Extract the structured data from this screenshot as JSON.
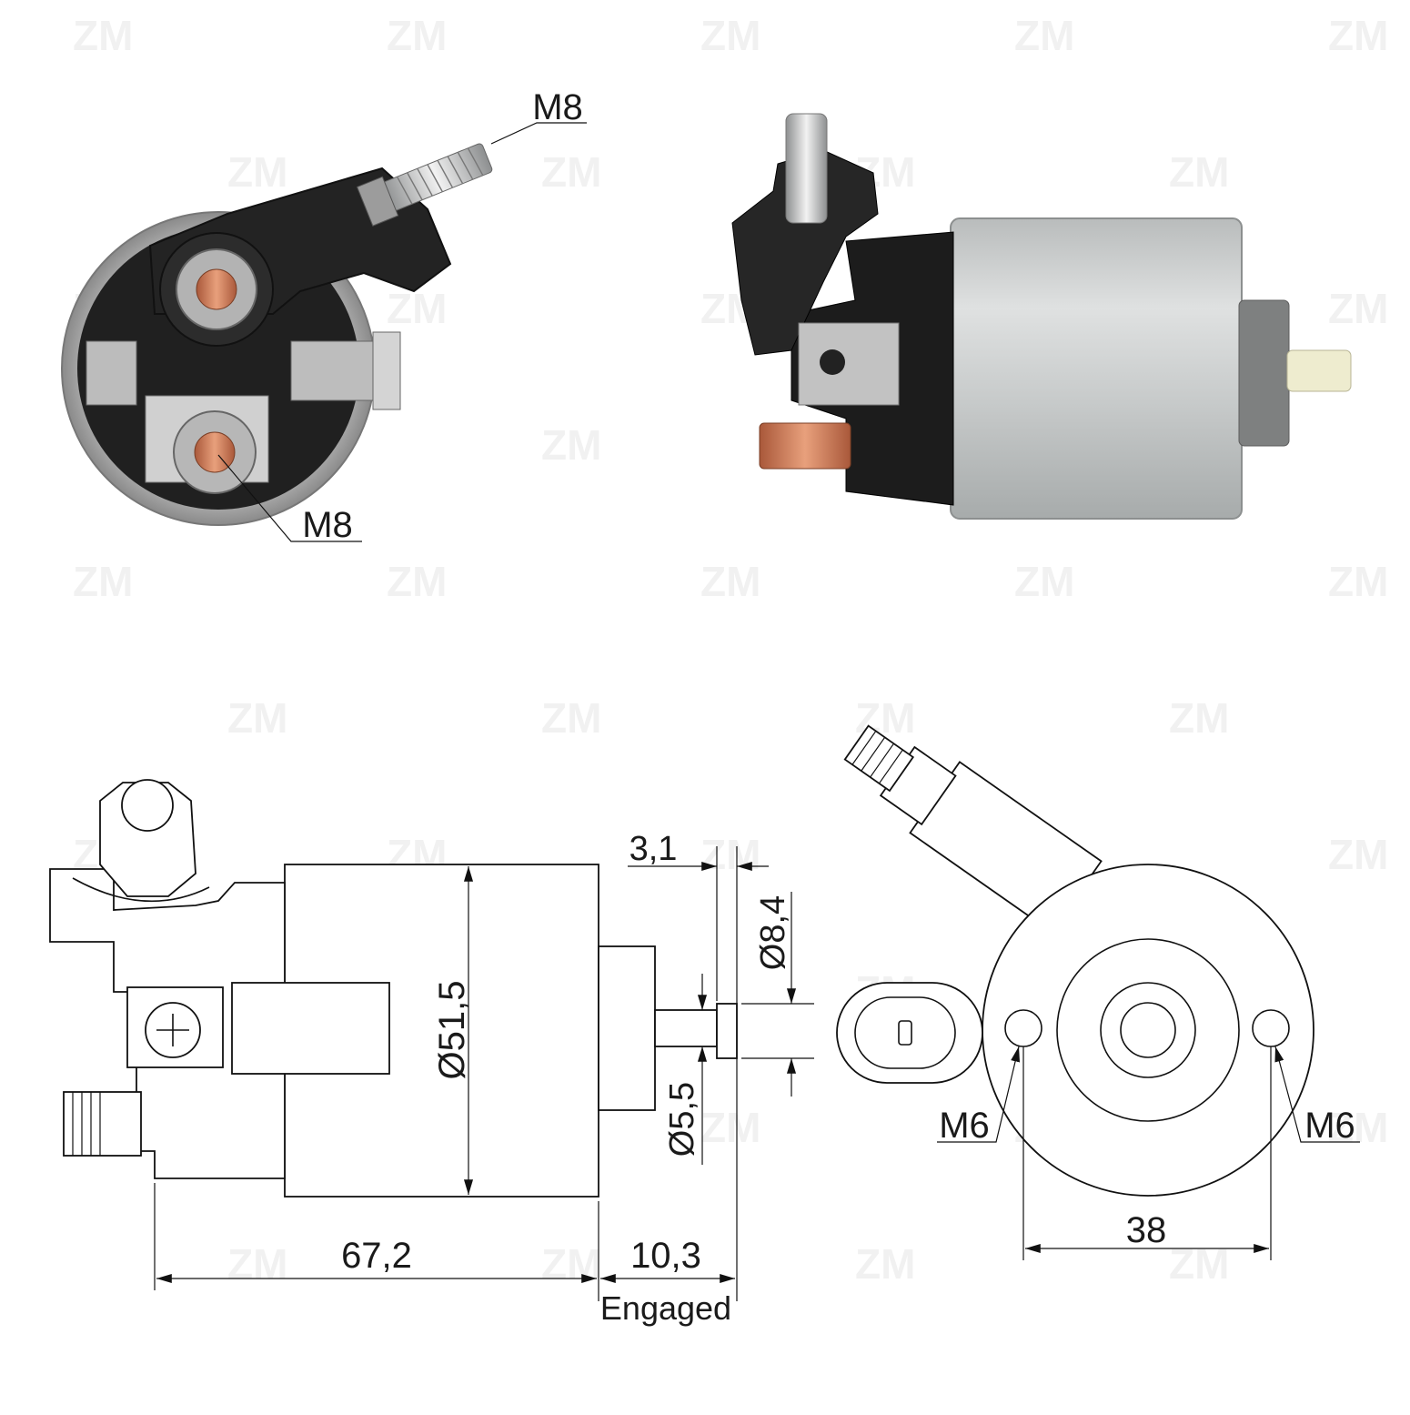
{
  "watermark": {
    "brand": "ZM"
  },
  "photo_views": {
    "front_terminal_label": "M8",
    "lower_terminal_label": "M8"
  },
  "drawing": {
    "dim_3_1": "3,1",
    "dim_d8_4": "Ø8,4",
    "dim_d51_5": "Ø51,5",
    "dim_d5_5": "Ø5,5",
    "dim_67_2": "67,2",
    "dim_10_3": "10,3",
    "engaged_note": "Engaged",
    "left_hole_label": "M6",
    "right_hole_label": "M6",
    "hole_spacing": "38"
  },
  "colors": {
    "copper": "#c8754a",
    "steel": "#c9cccc",
    "housing": "#1c1c1c",
    "white_plastic": "#eeeccf"
  }
}
